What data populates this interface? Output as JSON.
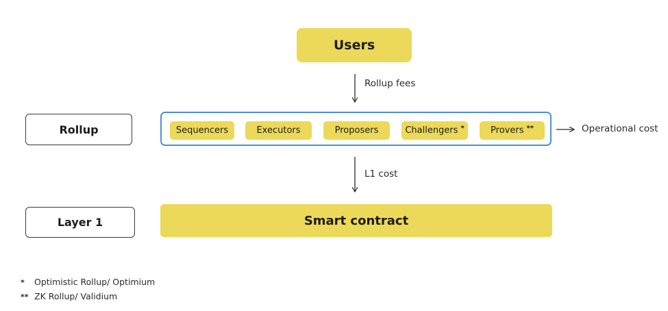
{
  "nodes": {
    "users": "Users",
    "rollup": "Rollup",
    "layer1": "Layer 1",
    "smart_contract": "Smart contract"
  },
  "roles": [
    {
      "label": "Sequencers",
      "mark": ""
    },
    {
      "label": "Executors",
      "mark": ""
    },
    {
      "label": "Proposers",
      "mark": ""
    },
    {
      "label": "Challengers",
      "mark": "*"
    },
    {
      "label": "Provers",
      "mark": "**"
    }
  ],
  "edges": {
    "rollup_fees": "Rollup fees",
    "l1_cost": "L1 cost",
    "operational_cost": "Operational cost"
  },
  "notes": [
    {
      "symbol": "*",
      "text": "Optimistic Rollup/ Optimium"
    },
    {
      "symbol": "**",
      "text": "ZK Rollup/ Validium"
    }
  ],
  "colors": {
    "accent_yellow": "#ecd95a",
    "container_blue": "#4d8fd8"
  }
}
